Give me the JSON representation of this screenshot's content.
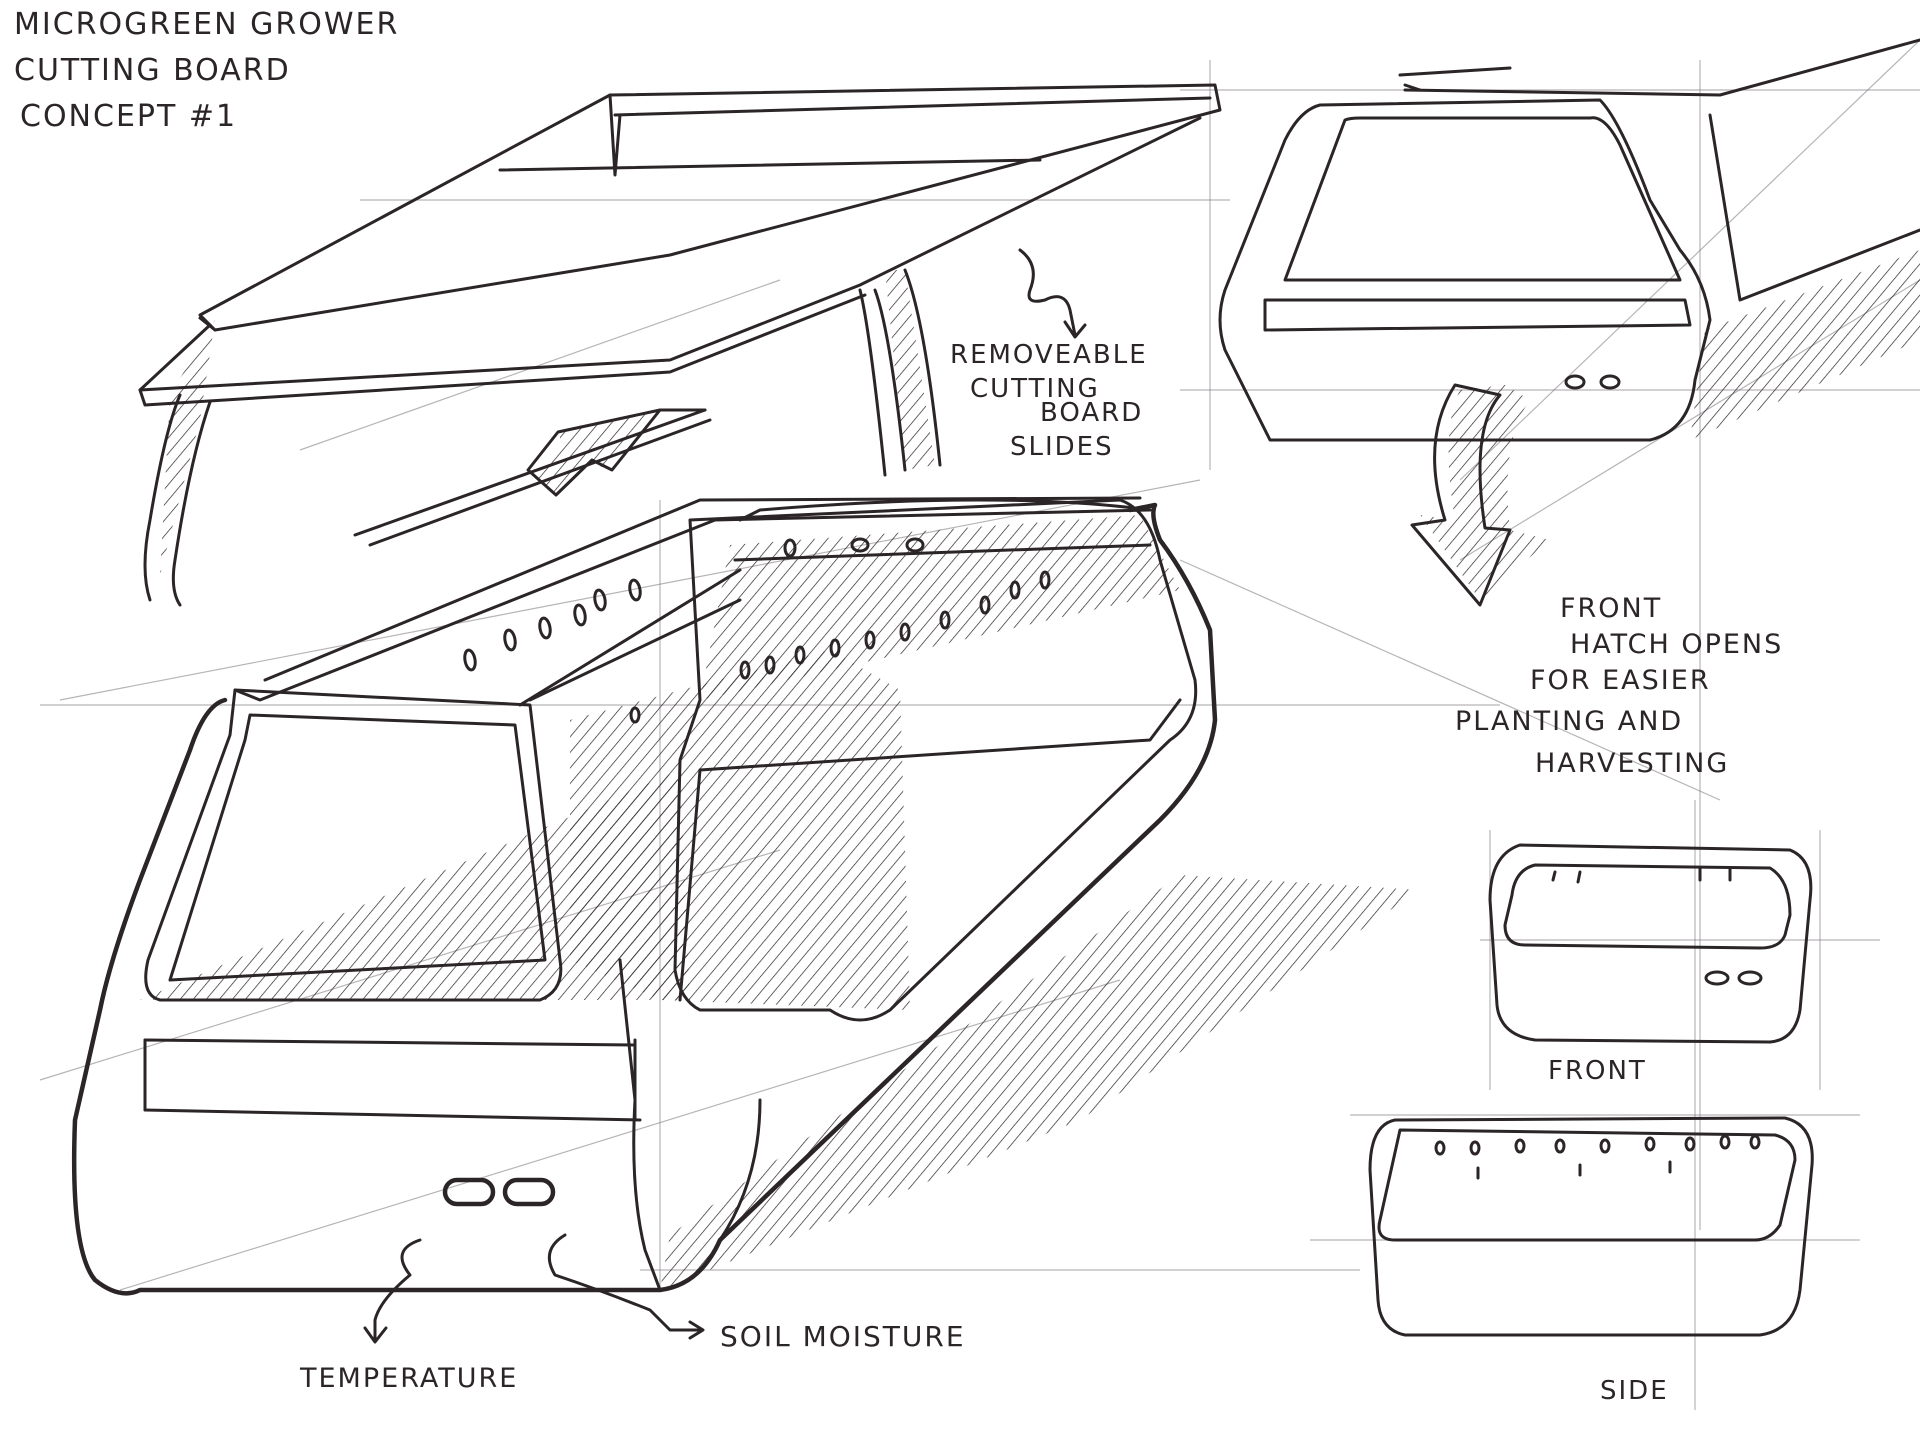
{
  "sketch": {
    "title_lines": [
      "MICROGREEN GROWER",
      "CUTTING BOARD",
      "CONCEPT #1"
    ],
    "annotations": {
      "cutting_board": [
        "REMOVEABLE",
        "CUTTING",
        "BOARD",
        "SLIDES"
      ],
      "front_hatch": [
        "FRONT",
        "HATCH OPENS",
        "FOR EASIER",
        "PLANTING AND",
        "HARVESTING"
      ],
      "temperature": "TEMPERATURE",
      "soil_moisture": "SOIL MOISTURE",
      "front_view": "FRONT",
      "side_view": "SIDE"
    },
    "ink_color": "#2b2528",
    "guide_color": "#7b7680"
  }
}
